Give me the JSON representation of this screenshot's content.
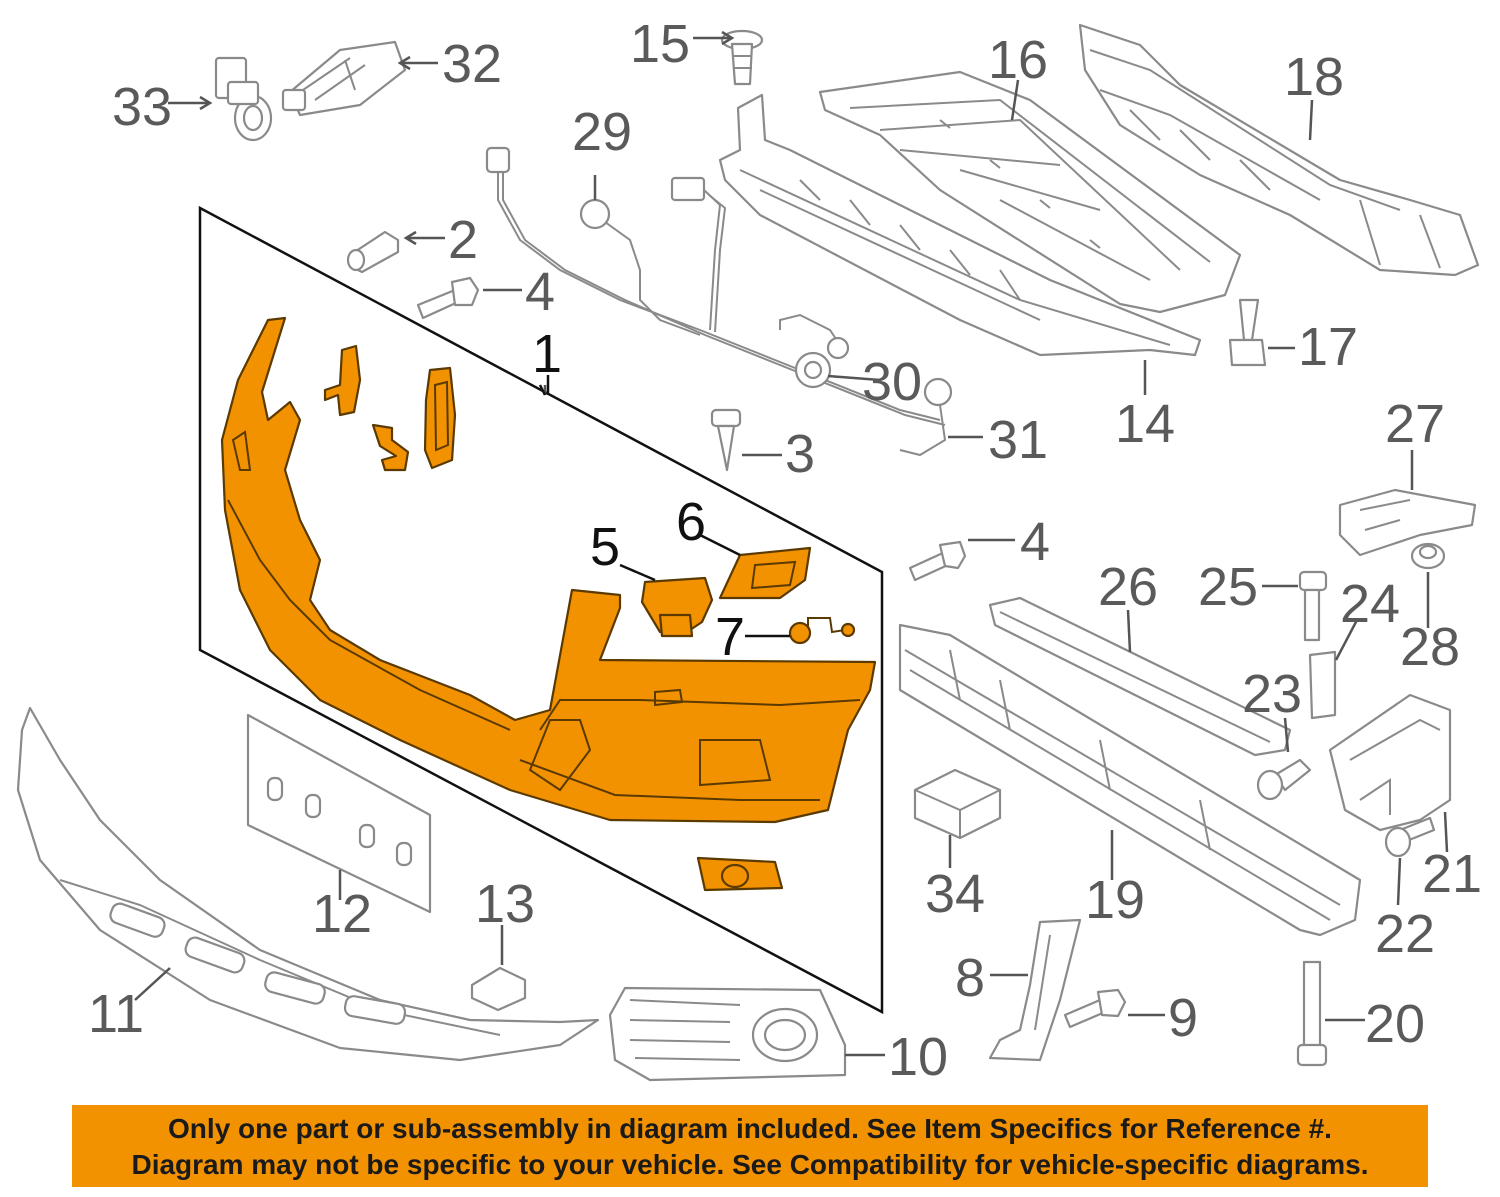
{
  "callouts": {
    "c1": "1",
    "c2": "2",
    "c3": "3",
    "c4a": "4",
    "c4b": "4",
    "c5": "5",
    "c6": "6",
    "c7": "7",
    "c8": "8",
    "c9": "9",
    "c10": "10",
    "c11": "11",
    "c12": "12",
    "c13": "13",
    "c14": "14",
    "c15": "15",
    "c16": "16",
    "c17": "17",
    "c18": "18",
    "c19": "19",
    "c20": "20",
    "c21": "21",
    "c22": "22",
    "c23": "23",
    "c24": "24",
    "c25": "25",
    "c26": "26",
    "c27": "27",
    "c28": "28",
    "c29": "29",
    "c30": "30",
    "c31": "31",
    "c32": "32",
    "c33": "33",
    "c34": "34"
  },
  "banner": {
    "line1": "Only one part or sub-assembly in diagram included. See Item Specifics for Reference #.",
    "line2": "Diagram may not be specific to your vehicle. See Compatibility for vehicle-specific diagrams."
  },
  "colors": {
    "highlight": "#f39200",
    "line": "#8a8a8a",
    "text": "#5a5a5a"
  }
}
